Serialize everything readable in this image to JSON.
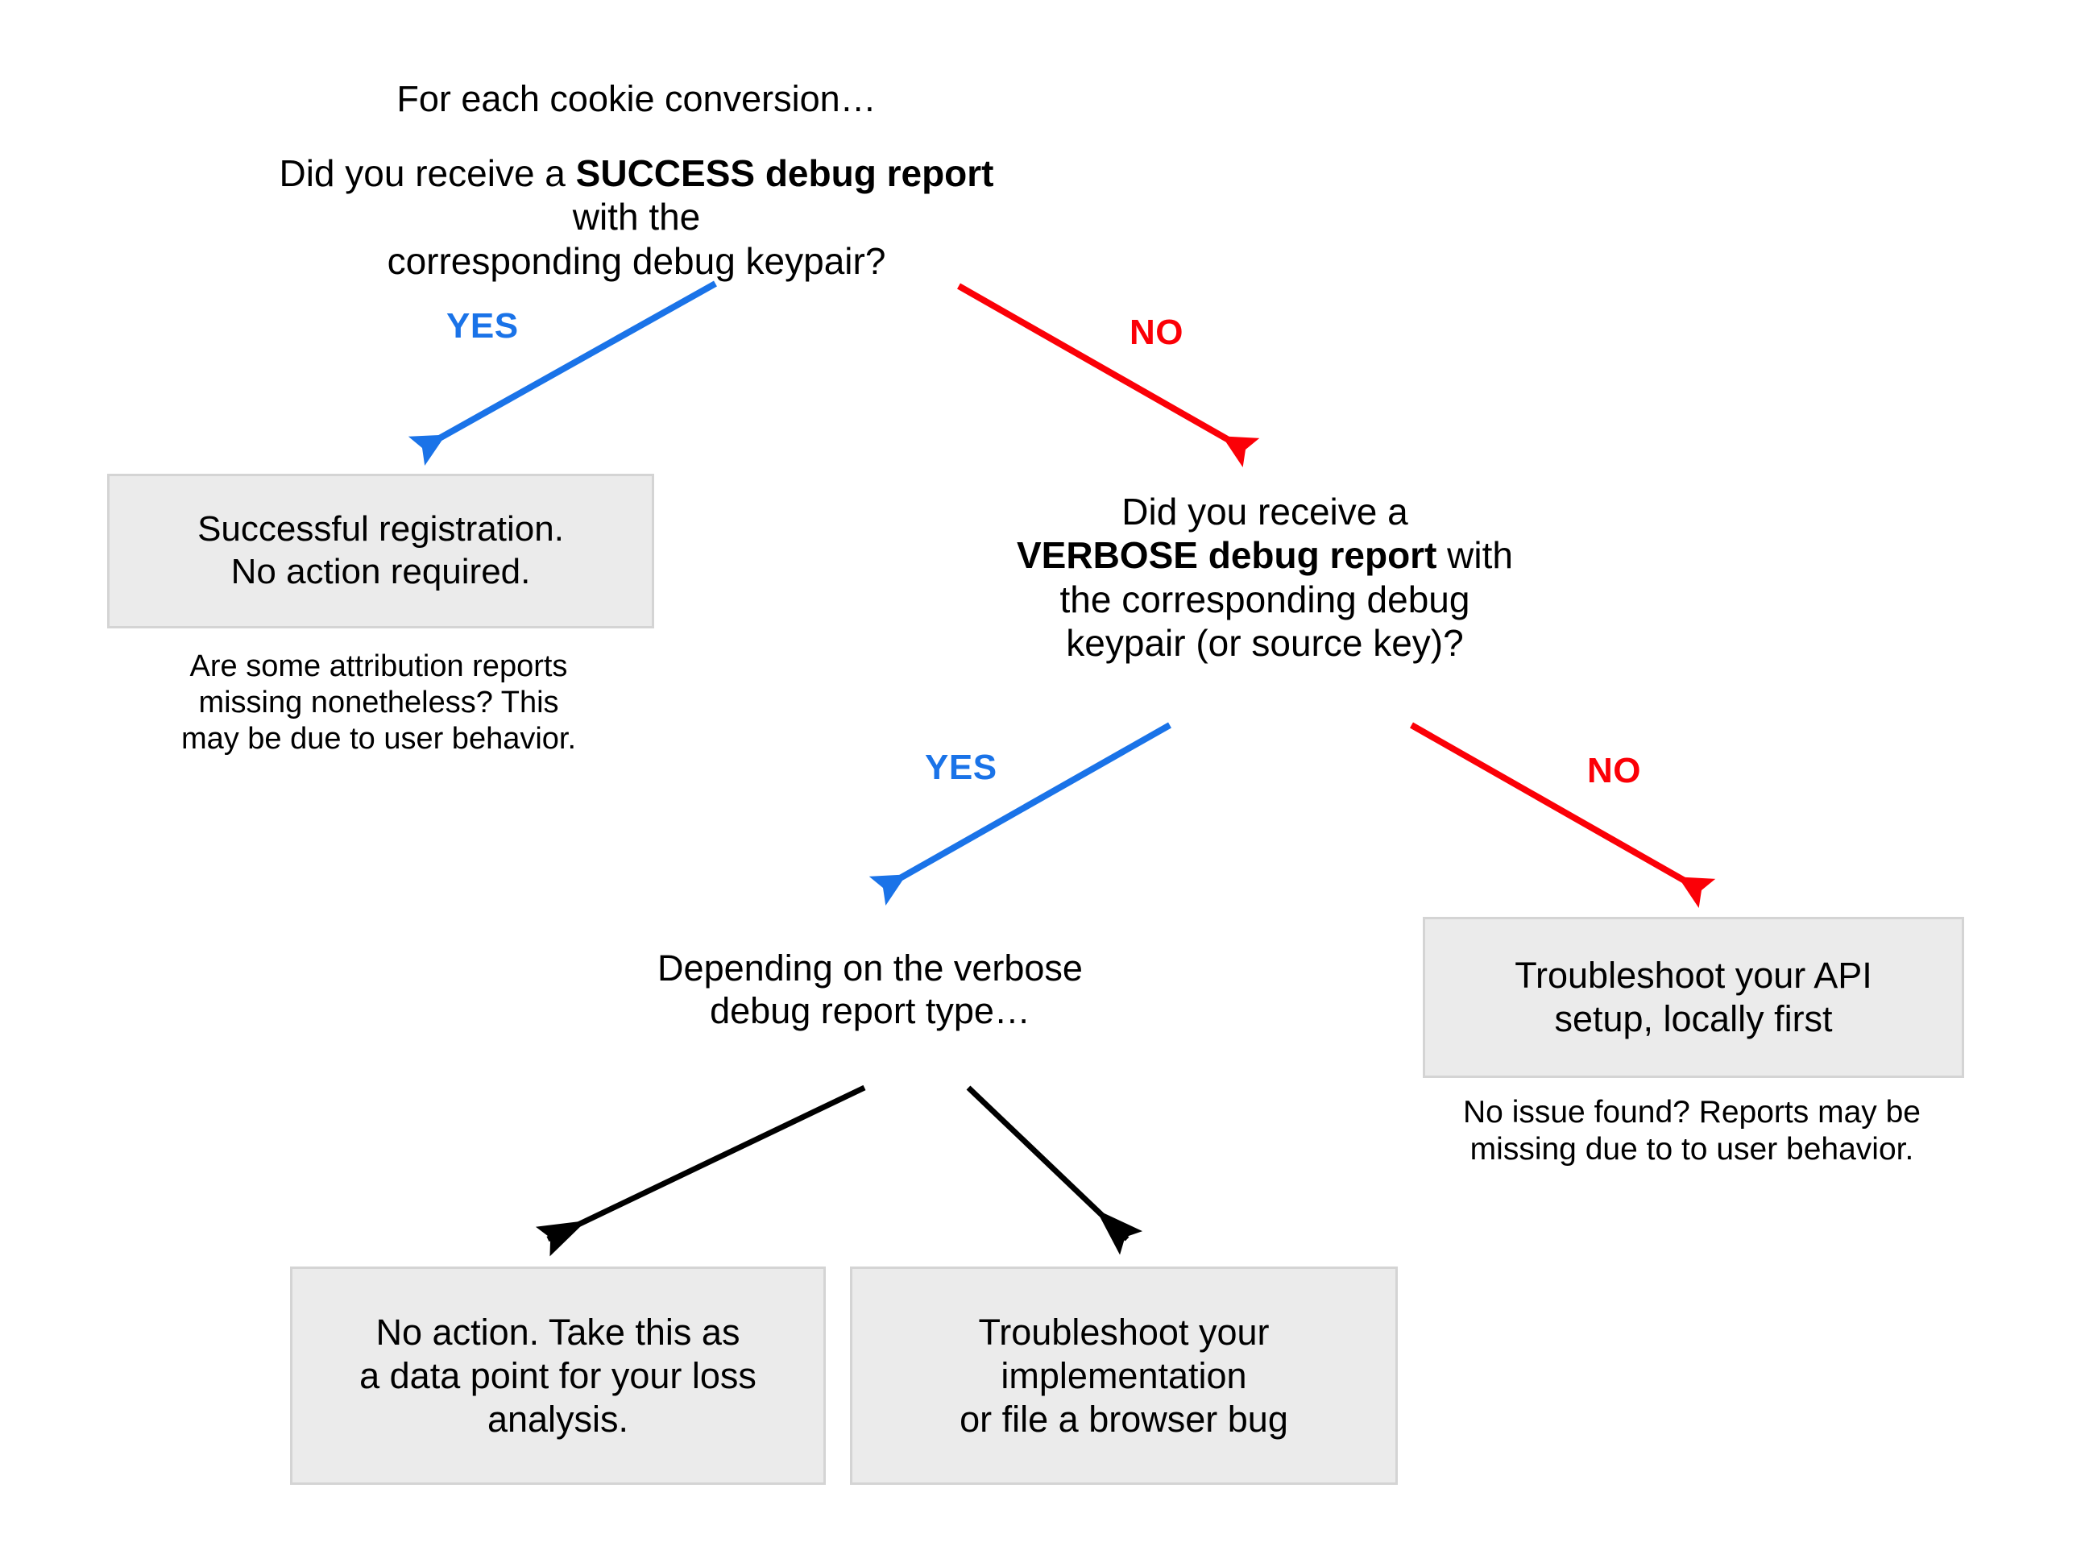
{
  "diagram": {
    "title_text": "For each cookie conversion…",
    "root_question": {
      "prefix": "Did you receive a ",
      "emphasis": "SUCCESS debug report",
      "suffix": " with the\ncorresponding debug keypair?"
    },
    "second_question": {
      "line1": "Did you receive a",
      "emphasis": "VERBOSE debug report",
      "suffix": " with",
      "line3": "the corresponding debug",
      "line4": "keypair (or source key)?"
    },
    "branch_labels": {
      "yes": "YES",
      "no": "NO"
    },
    "nodes": {
      "successful_registration": "Successful registration.\nNo action required.",
      "troubleshoot_api": "Troubleshoot your API\nsetup, locally first",
      "no_action_loss": "No action. Take this as\na data point for your loss\nanalysis.",
      "troubleshoot_impl": "Troubleshoot your\nimplementation\nor file a browser bug"
    },
    "notes": {
      "missing_attribution": "Are some attribution reports\nmissing nonetheless? This\nmay be due to user behavior.",
      "no_issue_found": "No issue found? Reports may be\nmissing due to to user behavior."
    },
    "depending_text": "Depending on the verbose\ndebug report type…",
    "colors": {
      "yes_blue": "#1a73e8",
      "no_red": "#fb0007",
      "neutral_black": "#000000",
      "box_fill": "#ebebeb",
      "box_border": "#d4d4d4"
    }
  }
}
